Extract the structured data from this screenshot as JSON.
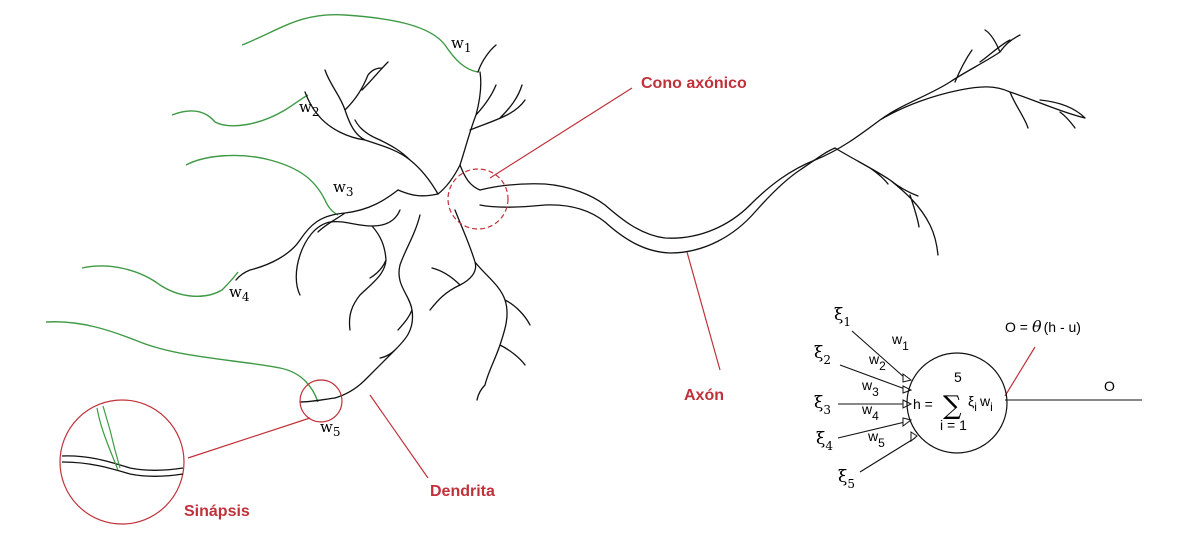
{
  "labels": {
    "cono": "Cono axónico",
    "axon": "Axón",
    "dendrita": "Dendrita",
    "sinapsis": "Sinápsis"
  },
  "weights": [
    {
      "w": "w",
      "sub": "1"
    },
    {
      "w": "w",
      "sub": "2"
    },
    {
      "w": "w",
      "sub": "3"
    },
    {
      "w": "w",
      "sub": "4"
    },
    {
      "w": "w",
      "sub": "5"
    }
  ],
  "model": {
    "inputs": [
      {
        "xi": "ξ",
        "sub": "1",
        "w": "w",
        "wsub": "1"
      },
      {
        "xi": "ξ",
        "sub": "2",
        "w": "w",
        "wsub": "2"
      },
      {
        "xi": "ξ",
        "sub": "3",
        "w": "w",
        "wsub": "3"
      },
      {
        "xi": "ξ",
        "sub": "4",
        "w": "w",
        "wsub": "4"
      },
      {
        "xi": "ξ",
        "sub": "5",
        "w": "w",
        "wsub": "5"
      }
    ],
    "sum_upper": "5",
    "sum_lower": "i = 1",
    "h_prefix": "h =",
    "sigma": "∑",
    "xi_i": "ξ",
    "xi_i_sub": "i",
    "w_i": "w",
    "w_i_sub": "i",
    "activation_prefix": "O =",
    "theta": "θ",
    "activation_suffix": "(h - u)",
    "output": "O"
  },
  "colors": {
    "accent_red": "#c0313a",
    "dendrite_green": "#3f9a45",
    "neuron_black": "#111111"
  }
}
